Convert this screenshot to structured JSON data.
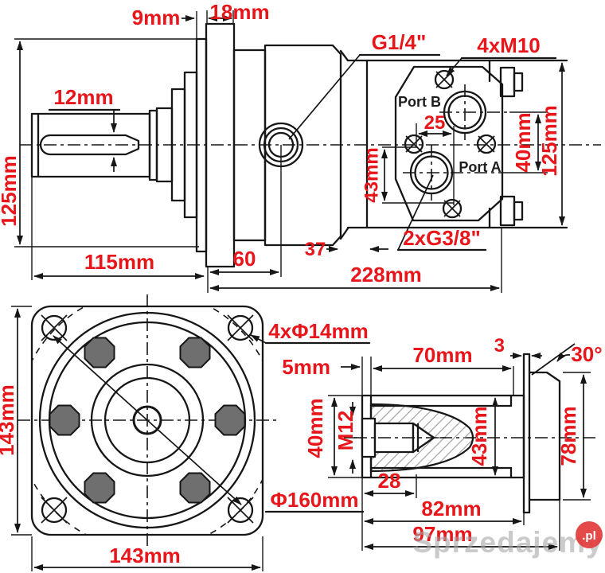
{
  "drawing": {
    "side_view": {
      "dim_9mm": "9mm",
      "dim_18mm": "18mm",
      "dim_12mm": "12mm",
      "dim_125mm_left": "125mm",
      "port_thread_label": "G1/4\"",
      "bolt_label": "4xM10",
      "port_b_label": "Port B",
      "port_a_label": "Port A",
      "dim_25": "25",
      "dim_43mm": "43mm",
      "dim_40mm": "40mm",
      "dim_125mm_right": "125mm",
      "rear_port_label": "2xG3/8\"",
      "dim_37": "37",
      "dim_115mm": "115mm",
      "dim_60": "60",
      "dim_228mm": "228mm"
    },
    "flange_view": {
      "dim_143mm_left": "143mm",
      "dim_143mm_bottom": "143mm",
      "hole_label": "4xΦ14mm",
      "bolt_circle_label": "Φ160mm"
    },
    "shaft_view": {
      "dim_5mm": "5mm",
      "dim_70mm": "70mm",
      "dim_3": "3",
      "dim_30deg": "30°",
      "dim_40mm": "40mm",
      "thread_label": "M12",
      "dim_43mm": "43mm",
      "dim_78mm": "78mm",
      "dim_28": "28",
      "dim_82mm": "82mm",
      "dim_97mm": "97mm"
    }
  },
  "watermark": {
    "name": "Sprzedajemy",
    "tld": ".pl"
  },
  "colors": {
    "dimension_red": "#e8151a",
    "line_black": "#161616",
    "bolt_fill_gray": "#6f6f6f",
    "hatch_gray": "#9a9a9a",
    "watermark_gray": "#a8a8a8",
    "watermark_badge_red": "#e23b3b",
    "background": "#ffffff"
  }
}
